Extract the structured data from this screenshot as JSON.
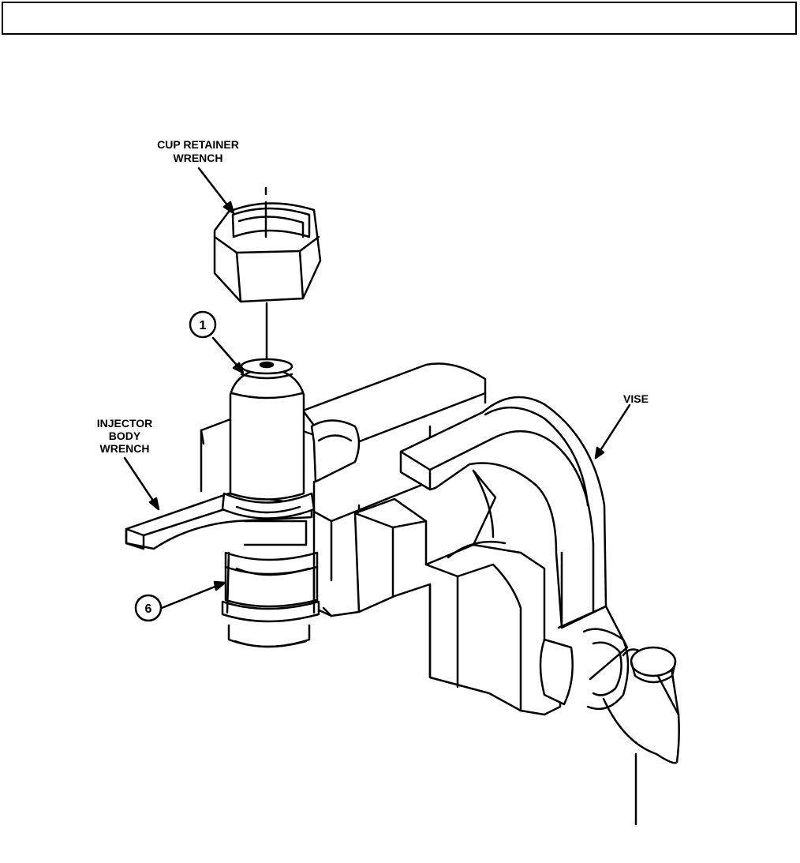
{
  "header": {
    "title": ""
  },
  "labels": {
    "cup_retainer_line1": "CUP RETAINER",
    "cup_retainer_line2": "WRENCH",
    "injector_line1": "INJECTOR",
    "injector_line2": "BODY",
    "injector_line3": "WRENCH",
    "vise": "VISE",
    "callout_1": "1",
    "callout_6": "6"
  },
  "colors": {
    "ink": "#000000",
    "paper": "#ffffff"
  }
}
